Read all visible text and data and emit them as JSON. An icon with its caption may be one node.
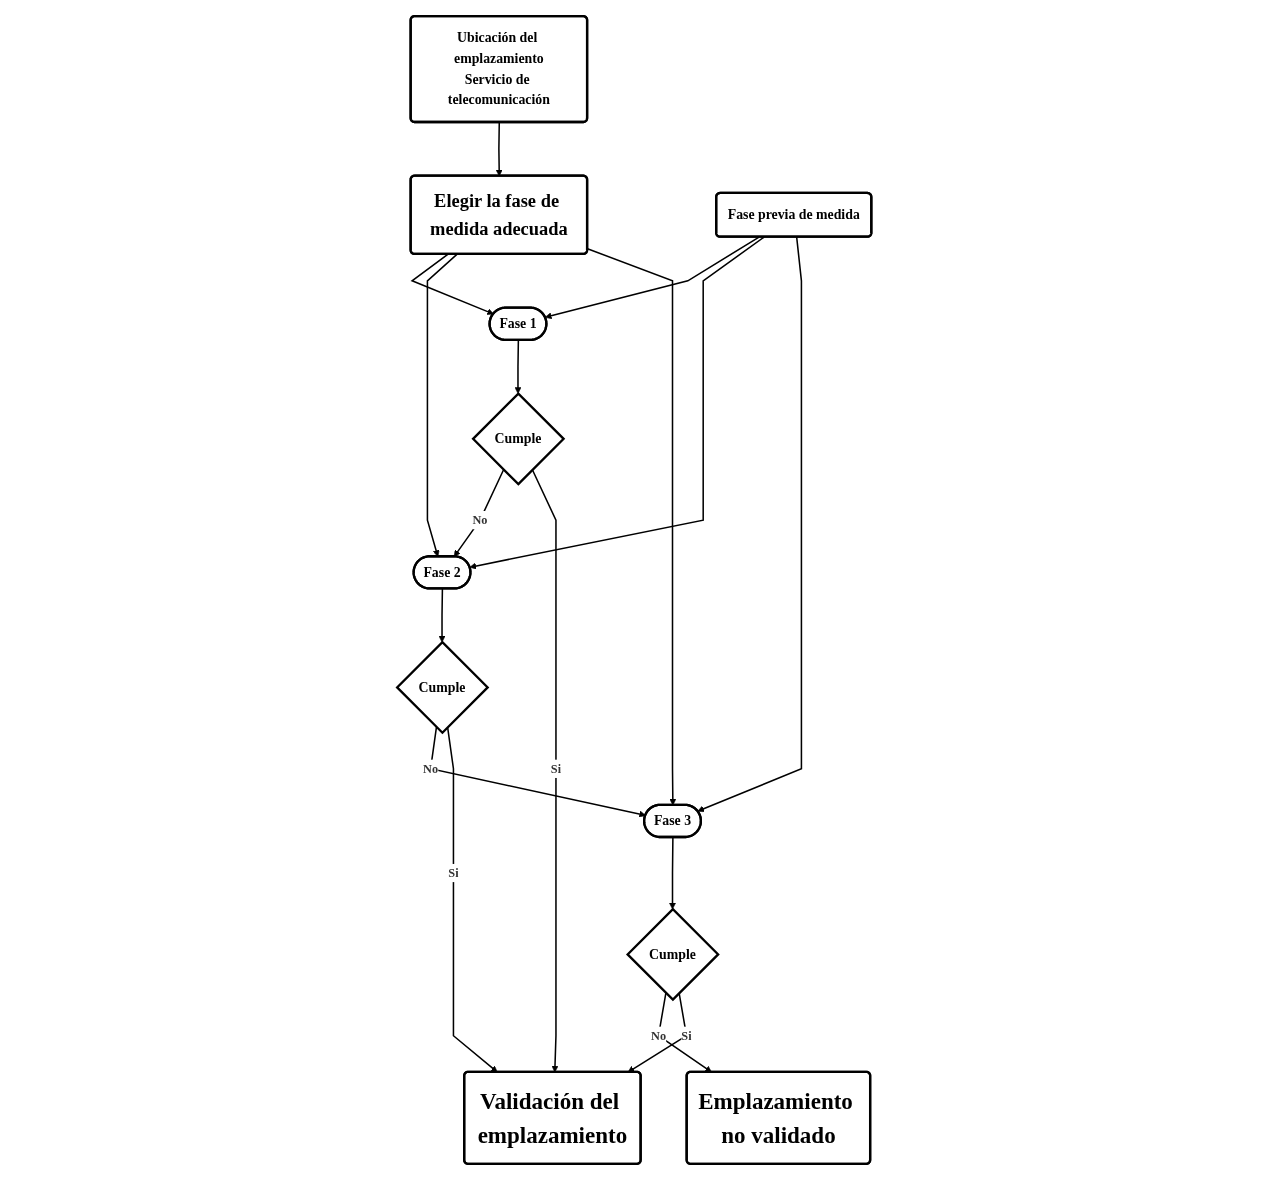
{
  "diagram": {
    "nodes": [
      {
        "text": [
          "Ubicación del emplazamiento",
          "Servicio de telecomunicación"
        ]
      },
      {
        "text": [
          "Elegir la fase de medida adecuada"
        ]
      },
      {
        "text": [
          "Fase previa de medida"
        ]
      },
      {
        "text": [
          "Fase 1"
        ]
      },
      {
        "text": [
          "Fase 2"
        ]
      },
      {
        "text": [
          "Fase 3"
        ]
      },
      {
        "text": [
          "Cumple"
        ]
      },
      {
        "text": [
          "Cumple"
        ]
      },
      {
        "text": [
          "Cumple"
        ]
      },
      {
        "text": [
          "Validación del emplazamiento"
        ]
      },
      {
        "text": [
          "Emplazamiento no validado"
        ]
      }
    ],
    "edges": [
      {
        "from": 0,
        "to": 1,
        "arrow": "to"
      },
      {
        "from": 1,
        "to": 3,
        "arrow": "to"
      },
      {
        "from": 1,
        "to": 4,
        "arrow": "to"
      },
      {
        "from": 1,
        "to": 5,
        "arrow": "to"
      },
      {
        "from": 2,
        "to": 3,
        "arrow": "to"
      },
      {
        "from": 2,
        "to": 4,
        "arrow": "to"
      },
      {
        "from": 2,
        "to": 5,
        "arrow": "to"
      },
      {
        "from": 3,
        "to": 6,
        "arrow": "to"
      },
      {
        "from": 4,
        "to": 7,
        "arrow": "to"
      },
      {
        "from": 5,
        "to": 8,
        "arrow": "to"
      },
      {
        "from": 6,
        "to": 4,
        "label": "No",
        "arrow": "to"
      },
      {
        "from": 7,
        "to": 5,
        "label": "No",
        "arrow": "to"
      },
      {
        "from": 8,
        "to": 10,
        "label": "No",
        "arrow": "to"
      },
      {
        "from": 6,
        "to": 9,
        "label": "Si",
        "arrow": "to"
      },
      {
        "from": 7,
        "to": 9,
        "label": "Si",
        "arrow": "to"
      },
      {
        "from": 8,
        "to": 9,
        "label": "Si",
        "arrow": "to"
      }
    ]
  }
}
